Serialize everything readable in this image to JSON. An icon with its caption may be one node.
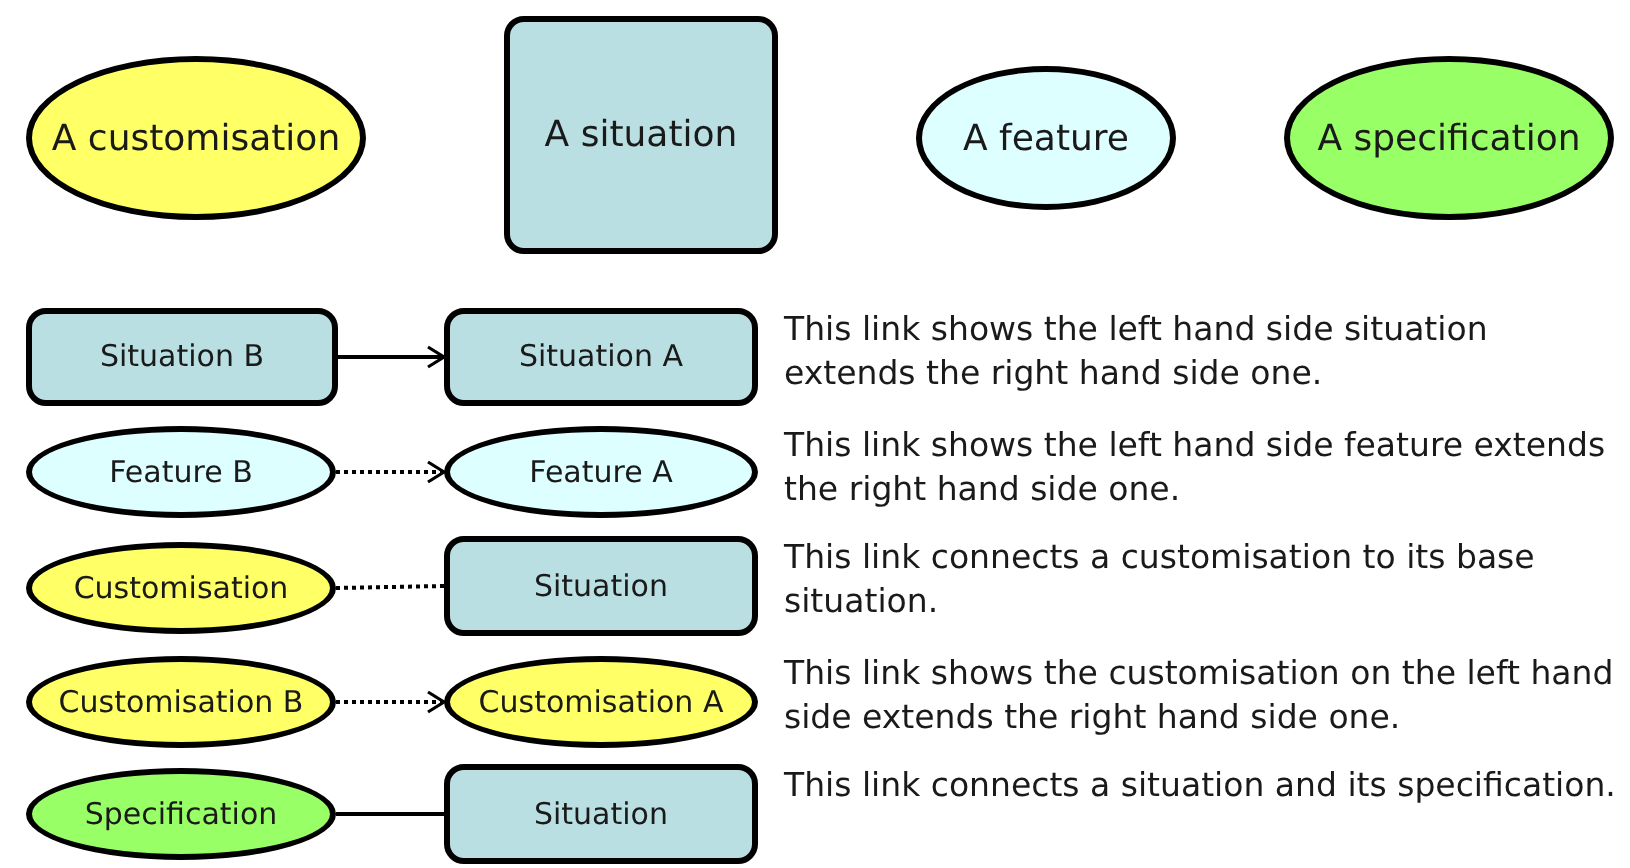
{
  "diagram": {
    "nodes": [
      {
        "text": [
          "A customisation"
        ]
      },
      {
        "text": [
          "A situation"
        ]
      },
      {
        "text": [
          "A feature"
        ]
      },
      {
        "text": [
          "A specification"
        ]
      },
      {
        "text": [
          "Situation B"
        ]
      },
      {
        "text": [
          "Situation A"
        ]
      },
      {
        "text": [
          "Feature B"
        ]
      },
      {
        "text": [
          "Feature A"
        ]
      },
      {
        "text": [
          "Customisation"
        ]
      },
      {
        "text": [
          "Situation"
        ]
      },
      {
        "text": [
          "Customisation B"
        ]
      },
      {
        "text": [
          "Customisation A"
        ]
      },
      {
        "text": [
          "Specification"
        ]
      },
      {
        "text": [
          "Situation"
        ]
      }
    ],
    "edges": [
      {
        "from": 4,
        "to": 5,
        "arrow": "to"
      },
      {
        "from": 6,
        "to": 7,
        "arrow": "to",
        "style": "dashed"
      },
      {
        "from": 8,
        "to": 9,
        "arrow": "none",
        "style": "dashed"
      },
      {
        "from": 10,
        "to": 11,
        "arrow": "to",
        "style": "dashed"
      },
      {
        "from": 12,
        "to": 13,
        "arrow": "none"
      }
    ],
    "labels": [
      "This link shows the left hand side situation extends the right hand side one.",
      "This link shows the left hand side feature extends the right hand side one.",
      "This link connects a customisation to its base situation.",
      "This link shows the customisation on the left hand side extends the right hand side one.",
      "This link connects a situation and its specification."
    ]
  }
}
